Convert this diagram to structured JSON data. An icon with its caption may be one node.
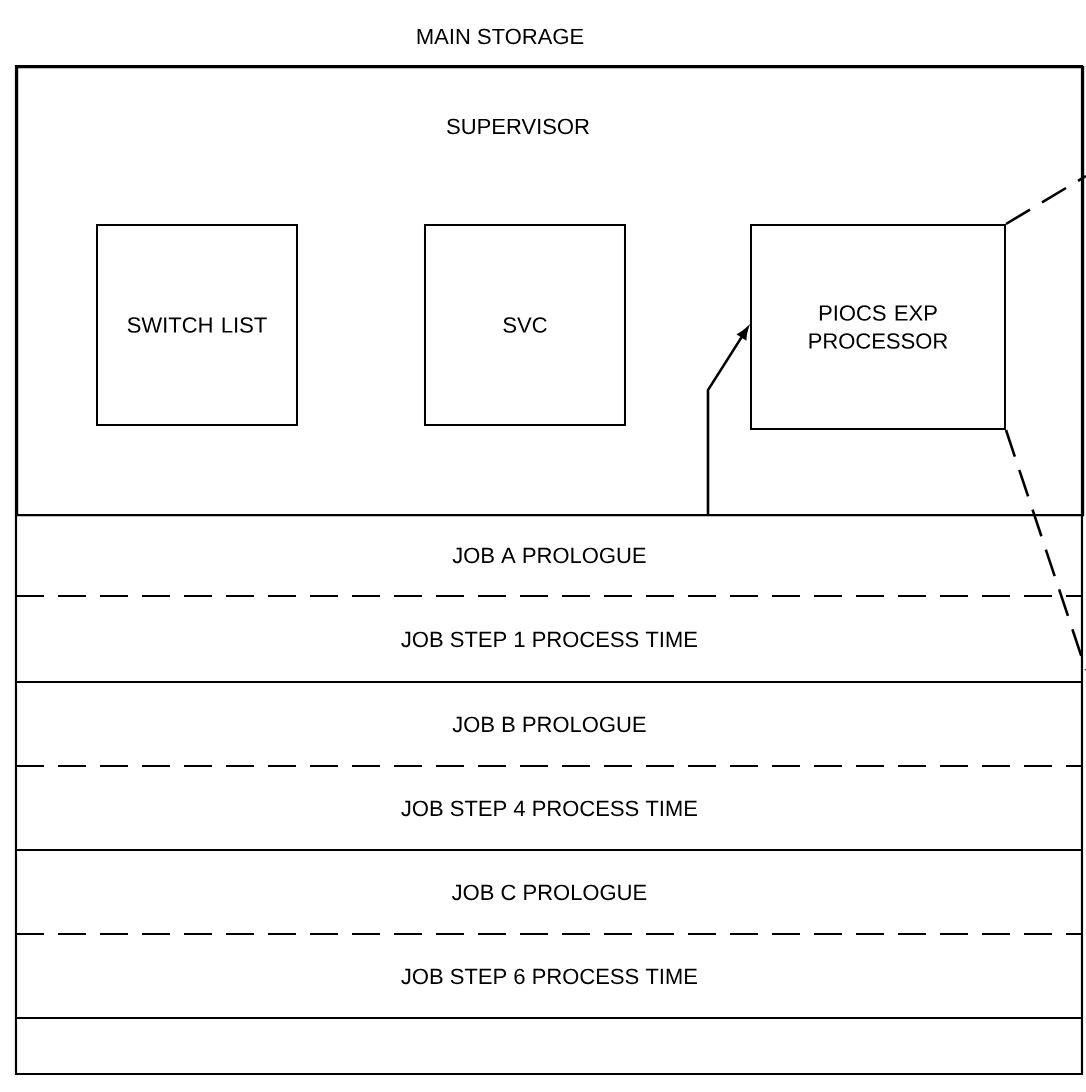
{
  "diagram": {
    "title": "MAIN STORAGE",
    "nodes": [
      {
        "text": [
          "SUPERVISOR"
        ]
      },
      {
        "text": [
          "SWITCH LIST"
        ],
        "in": 0
      },
      {
        "text": [
          "SVC"
        ],
        "in": 0
      },
      {
        "text": [
          "PIOCS EXP PROCESSOR"
        ],
        "in": 0
      },
      {
        "text": [
          "JOB A PROLOGUE"
        ]
      },
      {
        "text": [
          "JOB STEP 1 PROCESS TIME"
        ]
      },
      {
        "text": [
          "JOB B PROLOGUE"
        ]
      },
      {
        "text": [
          "JOB STEP 4 PROCESS TIME"
        ]
      },
      {
        "text": [
          "JOB C PROLOGUE"
        ]
      },
      {
        "text": [
          "JOB STEP 6 PROCESS TIME"
        ]
      }
    ],
    "edges": [
      {
        "from": 4,
        "to": 3,
        "arrow": "to"
      },
      {
        "from": 3,
        "to": null,
        "arrow": "none",
        "style": "dashed"
      },
      {
        "from": 3,
        "to": null,
        "arrow": "none",
        "style": "dashed"
      }
    ]
  }
}
